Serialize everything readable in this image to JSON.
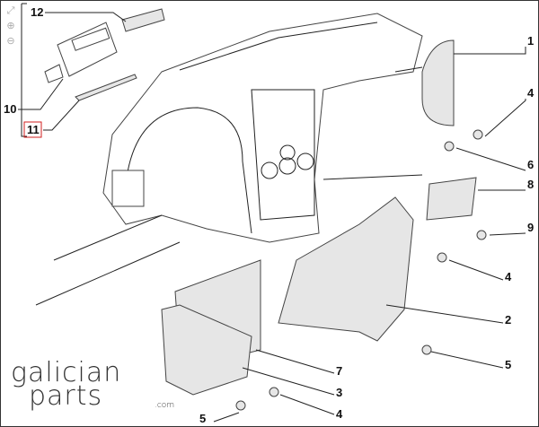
{
  "viewer_tools": [
    {
      "name": "fit-icon",
      "glyph": "⤢"
    },
    {
      "name": "zoom-in-icon",
      "glyph": "⊕"
    },
    {
      "name": "zoom-out-icon",
      "glyph": "⊖"
    }
  ],
  "callouts": [
    {
      "id": "12",
      "highlighted": false
    },
    {
      "id": "10",
      "highlighted": false
    },
    {
      "id": "11",
      "highlighted": true
    },
    {
      "id": "1",
      "highlighted": false
    },
    {
      "id": "4",
      "highlighted": false
    },
    {
      "id": "6",
      "highlighted": false
    },
    {
      "id": "8",
      "highlighted": false
    },
    {
      "id": "9",
      "highlighted": false
    },
    {
      "id": "4",
      "highlighted": false
    },
    {
      "id": "2",
      "highlighted": false
    },
    {
      "id": "5",
      "highlighted": false
    },
    {
      "id": "7",
      "highlighted": false
    },
    {
      "id": "3",
      "highlighted": false
    },
    {
      "id": "4",
      "highlighted": false
    },
    {
      "id": "5",
      "highlighted": false
    }
  ],
  "highlight_color": "#d21f1f",
  "watermark": {
    "line1": "galician",
    "line2": "parts",
    "suffix": ".com"
  }
}
